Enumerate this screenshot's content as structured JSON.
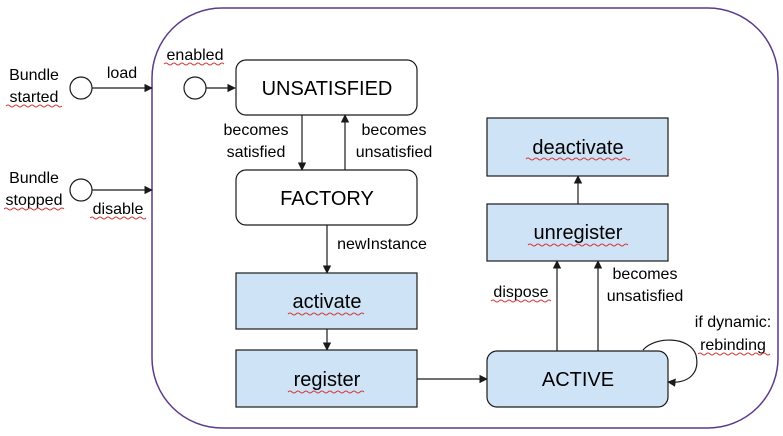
{
  "colors": {
    "action_fill": "#cfe3f7",
    "state_fill": "#ffffff",
    "stroke": "#1a1a1a",
    "container_border": "#5b3a8c",
    "spellcheck": "#d23a3a"
  },
  "external": {
    "bundle_started": [
      "Bundle",
      "started"
    ],
    "bundle_stopped": [
      "Bundle",
      "stopped"
    ],
    "load": "load",
    "disable": "disable"
  },
  "states": {
    "enabled": "enabled",
    "unsatisfied": "UNSATISFIED",
    "factory": "FACTORY",
    "active": "ACTIVE"
  },
  "actions": {
    "activate": "activate",
    "register": "register",
    "unregister": "unregister",
    "deactivate": "deactivate"
  },
  "transitions": {
    "becomes_satisfied": [
      "becomes",
      "satisfied"
    ],
    "becomes_unsatisfied_1": [
      "becomes",
      "unsatisfied"
    ],
    "new_instance": "newInstance",
    "dispose": "dispose",
    "becomes_unsatisfied_2": [
      "becomes",
      "unsatisfied"
    ],
    "if_dynamic": [
      "if dynamic:",
      "rebinding"
    ]
  }
}
